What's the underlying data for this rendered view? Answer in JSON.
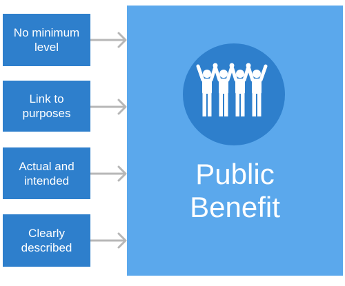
{
  "criteria": [
    {
      "line1": "No minimum",
      "line2": "level"
    },
    {
      "line1": "Link to",
      "line2": "purposes"
    },
    {
      "line1": "Actual and",
      "line2": "intended"
    },
    {
      "line1": "Clearly",
      "line2": "described"
    }
  ],
  "target": {
    "line1": "Public",
    "line2": "Benefit",
    "icon": "people-group-icon"
  },
  "colors": {
    "box": "#2e7fcc",
    "panel": "#5ba8ec",
    "arrow": "#b7b7b7",
    "text": "#ffffff"
  }
}
